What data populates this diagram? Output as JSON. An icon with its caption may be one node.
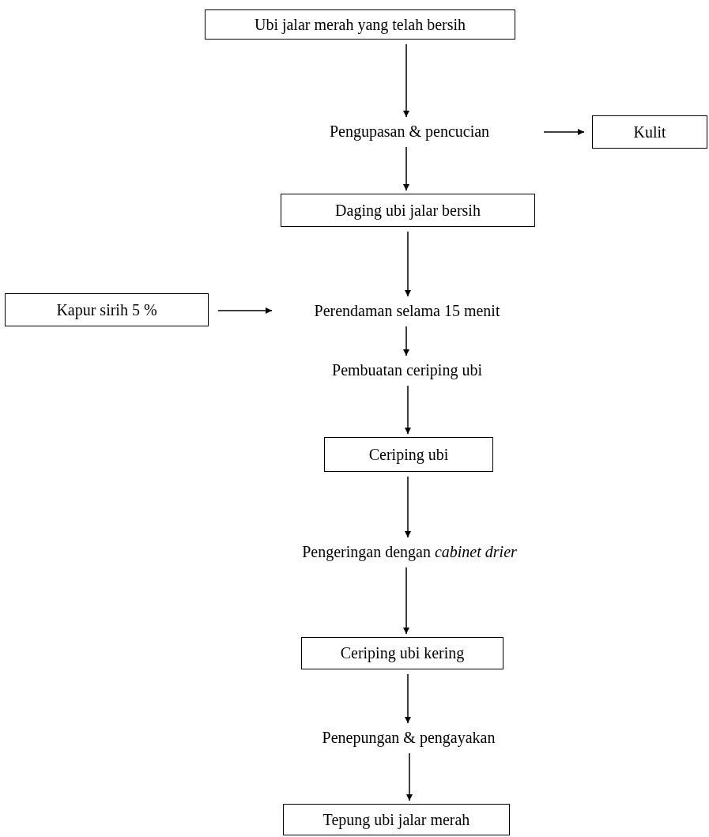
{
  "diagram": {
    "nodes": [
      {
        "text": [
          "Ubi jalar merah yang telah bersih"
        ]
      },
      {
        "text": [
          "Pengupasan & pencucian"
        ]
      },
      {
        "text": [
          "Kulit"
        ]
      },
      {
        "text": [
          "Daging ubi jalar bersih"
        ]
      },
      {
        "text": [
          "Kapur sirih 5 %"
        ]
      },
      {
        "text": [
          "Perendaman selama 15 menit"
        ]
      },
      {
        "text": [
          "Pembuatan ceriping ubi"
        ]
      },
      {
        "text": [
          "Ceriping ubi"
        ]
      },
      {
        "text": [
          "Pengeringan dengan *cabinet drier*"
        ]
      },
      {
        "text": [
          "Ceriping ubi kering"
        ]
      },
      {
        "text": [
          "Penepungan & pengayakan"
        ]
      },
      {
        "text": [
          "Tepung ubi jalar merah"
        ]
      }
    ],
    "edges": [
      {
        "from": 0,
        "to": 1,
        "arrow": "to"
      },
      {
        "from": 1,
        "to": 2,
        "arrow": "to"
      },
      {
        "from": 1,
        "to": 3,
        "arrow": "to"
      },
      {
        "from": 3,
        "to": 5,
        "arrow": "to"
      },
      {
        "from": 4,
        "to": 5,
        "arrow": "to"
      },
      {
        "from": 5,
        "to": 6,
        "arrow": "to"
      },
      {
        "from": 6,
        "to": 7,
        "arrow": "to"
      },
      {
        "from": 7,
        "to": 8,
        "arrow": "to"
      },
      {
        "from": 8,
        "to": 9,
        "arrow": "to"
      },
      {
        "from": 9,
        "to": 10,
        "arrow": "to"
      },
      {
        "from": 10,
        "to": 11,
        "arrow": "to"
      }
    ]
  }
}
